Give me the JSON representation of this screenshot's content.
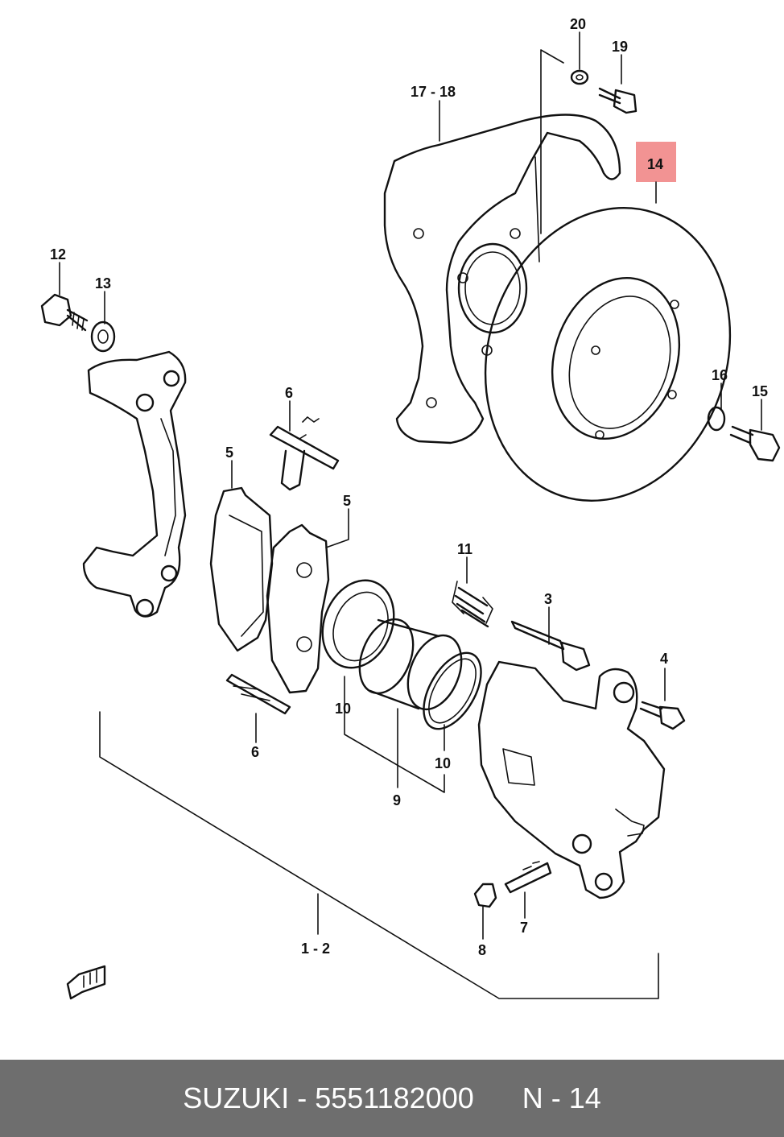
{
  "diagram": {
    "callouts": {
      "c20": "20",
      "c19": "19",
      "c17_18": "17 - 18",
      "c14": "14",
      "c12": "12",
      "c13": "13",
      "c6a": "6",
      "c5a": "5",
      "c5b": "5",
      "c16": "16",
      "c15": "15",
      "c11": "11",
      "c3": "3",
      "c4": "4",
      "c10a": "10",
      "c10b": "10",
      "c6b": "6",
      "c9": "9",
      "c1_2": "1 - 2",
      "c7": "7",
      "c8": "8"
    },
    "highlight_color": "#f08080"
  },
  "footer": {
    "brand": "SUZUKI",
    "separator": " - ",
    "part_number": "5551182000",
    "ref": "N - 14",
    "background": "#6e6e6e"
  }
}
